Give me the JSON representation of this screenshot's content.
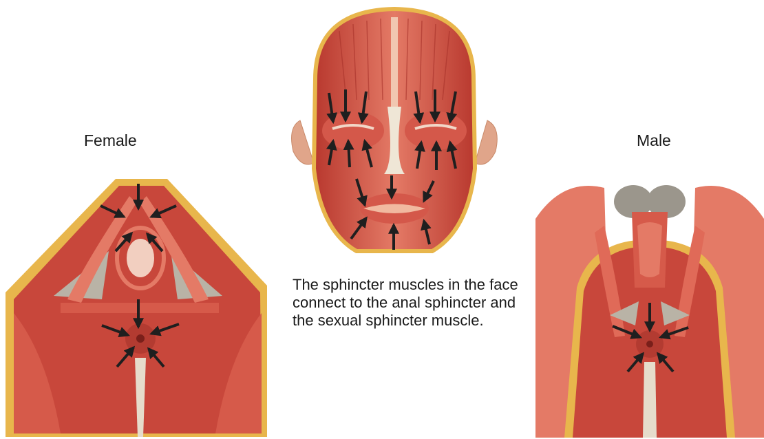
{
  "labels": {
    "female": "Female",
    "male": "Male"
  },
  "caption": "The sphincter muscles in the face connect to the anal sphincter and the sexual sphincter muscle.",
  "colors": {
    "muscle": "#c8473b",
    "muscle_light": "#e47a66",
    "fat": "#e8b64c",
    "fascia": "#b9b3a6",
    "arrow": "#1f1f1f"
  },
  "panels": {
    "face": "face-muscle-illustration",
    "female": "female-perineum-illustration",
    "male": "male-perineum-illustration"
  }
}
